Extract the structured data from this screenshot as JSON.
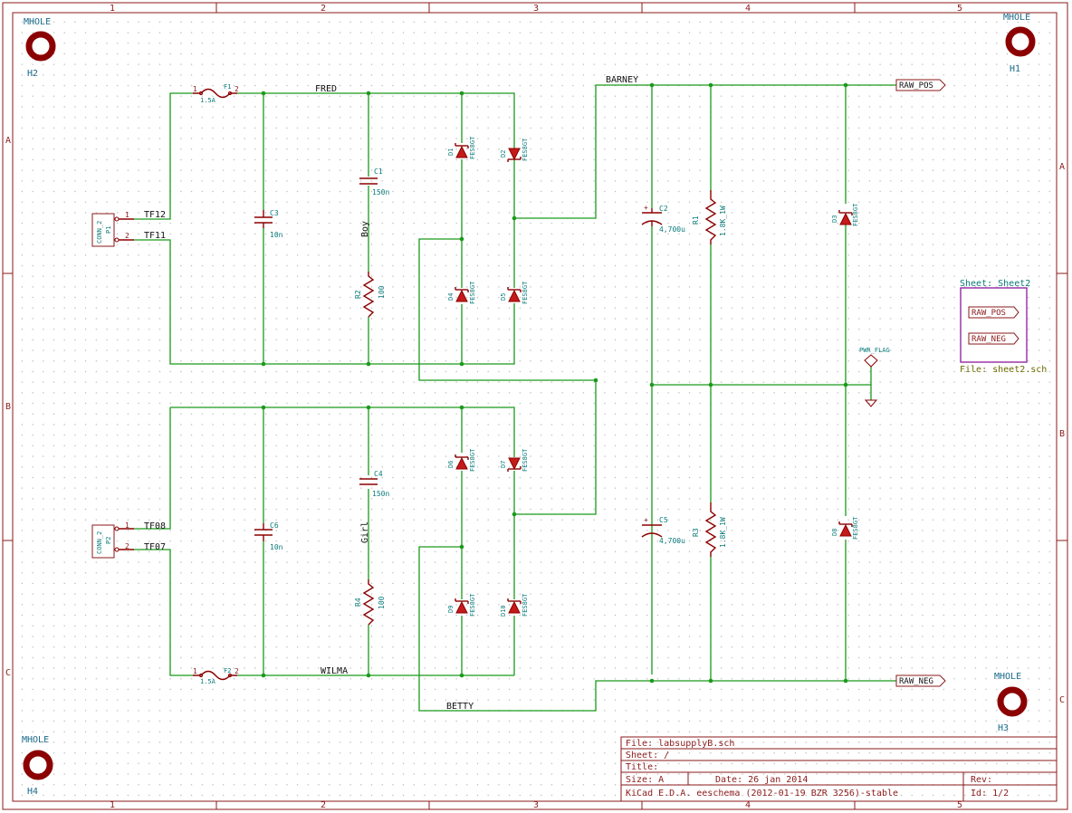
{
  "frame": {
    "columns": [
      "1",
      "2",
      "3",
      "4",
      "5"
    ],
    "rows": [
      "A",
      "B",
      "C"
    ]
  },
  "mounting_holes": [
    {
      "ref": "H2",
      "value": "MHOLE"
    },
    {
      "ref": "H1",
      "value": "MHOLE"
    },
    {
      "ref": "H3",
      "value": "MHOLE"
    },
    {
      "ref": "H4",
      "value": "MHOLE"
    }
  ],
  "nets": {
    "fred": "FRED",
    "barney": "BARNEY",
    "wilma": "WILMA",
    "betty": "BETTY",
    "tf12": "TF12",
    "tf11": "TF11",
    "tf08": "TF08",
    "tf07": "TF07",
    "raw_pos": "RAW_POS",
    "raw_neg": "RAW_NEG"
  },
  "components": {
    "f1": {
      "ref": "F1",
      "value": "1.5A",
      "pin1": "1",
      "pin2": "2"
    },
    "f2": {
      "ref": "F2",
      "value": "1.5A",
      "pin1": "1",
      "pin2": "2"
    },
    "p1": {
      "ref": "P1",
      "value": "CONN_2",
      "pin1": "1",
      "pin2": "2"
    },
    "p2": {
      "ref": "P2",
      "value": "CONN_2",
      "pin1": "1",
      "pin2": "2"
    },
    "c1": {
      "ref": "C1",
      "value": "150n"
    },
    "c2": {
      "ref": "C2",
      "value": "4,700u"
    },
    "c3": {
      "ref": "C3",
      "value": "10n"
    },
    "c4": {
      "ref": "C4",
      "value": "150n"
    },
    "c5": {
      "ref": "C5",
      "value": "4,700u"
    },
    "c6": {
      "ref": "C6",
      "value": "10n"
    },
    "r1": {
      "ref": "R1",
      "value": "1.8K_1W"
    },
    "r2": {
      "ref": "R2",
      "value": "100"
    },
    "r3": {
      "ref": "R3",
      "value": "1.8K_1W"
    },
    "r4": {
      "ref": "R4",
      "value": "100"
    },
    "boy": "Boy",
    "girl": "Girl",
    "diode_value": "FES8GT",
    "d1": "D1",
    "d2": "D2",
    "d3": "D3",
    "d4": "D4",
    "d5": "D5",
    "d6": "D6",
    "d7": "D7",
    "d8": "D8",
    "d9": "D9",
    "d10": "D10",
    "pwr_flag": "PWR_FLAG"
  },
  "sheet2": {
    "name": "Sheet: Sheet2",
    "file": "File: sheet2.sch",
    "pins": [
      "RAW_POS",
      "RAW_NEG"
    ]
  },
  "title_block": {
    "file": "File: labsupplyB.sch",
    "sheet": "Sheet: /",
    "title": "Title:",
    "size": "Size: A",
    "date": "Date: 26 jan 2014",
    "rev": "Rev:",
    "tool": "KiCad E.D.A.  eeschema (2012-01-19 BZR 3256)-stable",
    "id": "Id: 1/2"
  },
  "colors": {
    "wire": "#1a9a1a",
    "component": "#8b0000",
    "reference": "#0a7a7a",
    "frame": "#8b1a1a"
  }
}
